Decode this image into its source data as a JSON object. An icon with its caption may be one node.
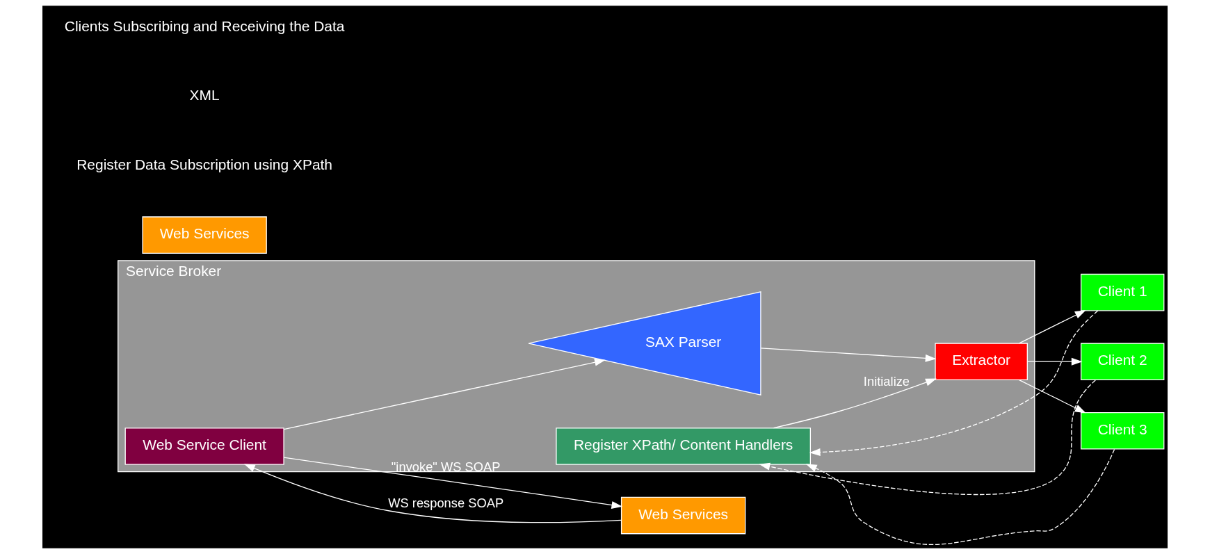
{
  "diagram": {
    "nodes": [
      {
        "text": [
          "Service Broker"
        ]
      },
      {
        "text": [
          "Web Services"
        ]
      },
      {
        "text": [
          "Web Services"
        ]
      },
      {
        "text": [
          "Web Service Client"
        ],
        "in": 0
      },
      {
        "text": [
          "Register XPath/ Content Handlers"
        ],
        "in": 0
      },
      {
        "text": [
          "SAX Parser"
        ],
        "in": 0
      },
      {
        "text": [
          "Extractor"
        ],
        "in": 0
      },
      {
        "text": [
          "Client 1"
        ]
      },
      {
        "text": [
          "Client 2"
        ]
      },
      {
        "text": [
          "Client 3"
        ]
      }
    ],
    "edges": [
      {
        "from": 3,
        "to": 2,
        "arrow": "to",
        "label": "\"invoke\" WS SOAP"
      },
      {
        "from": 2,
        "to": 3,
        "arrow": "to",
        "label": "WS response SOAP"
      },
      {
        "from": 3,
        "to": 5,
        "arrow": "to"
      },
      {
        "from": 5,
        "to": 6,
        "arrow": "to"
      },
      {
        "from": 4,
        "to": 6,
        "arrow": "to",
        "label": "Initialize"
      },
      {
        "from": 6,
        "to": 7,
        "arrow": "to"
      },
      {
        "from": 6,
        "to": 8,
        "arrow": "to"
      },
      {
        "from": 6,
        "to": 9,
        "arrow": "to"
      },
      {
        "from": 7,
        "to": 4,
        "arrow": "to",
        "style": "dashed"
      },
      {
        "from": 8,
        "to": 4,
        "arrow": "to",
        "style": "dashed"
      },
      {
        "from": 9,
        "to": 4,
        "arrow": "to",
        "style": "dashed"
      }
    ],
    "labels": [
      "Register Data Subscription using XPath",
      "XML",
      "Clients Subscribing and Receiving the Data"
    ]
  }
}
